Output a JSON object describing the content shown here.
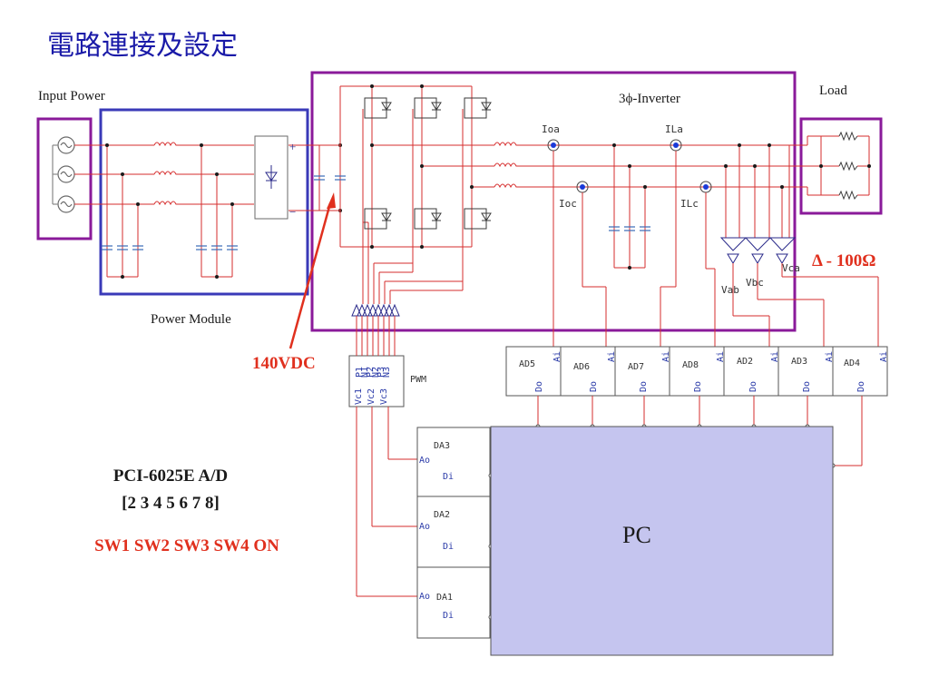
{
  "title": "電路連接及設定",
  "labels": {
    "input_power": "Input Power",
    "power_module": "Power Module",
    "inverter": "3ϕ-Inverter",
    "load": "Load",
    "dc_bus": "140VDC",
    "delta_load": "Δ - 100Ω",
    "pwm": "PWM",
    "pc": "PC",
    "daq_card": "PCI-6025E A/D",
    "channels": "[2 3 4 5 6 7 8]",
    "switches": "SW1 SW2 SW3 SW4 ON"
  },
  "sensors": {
    "ioa": "Ioa",
    "ioc": "Ioc",
    "ila": "ILa",
    "ilc": "ILc",
    "vab": "Vab",
    "vbc": "Vbc",
    "vca": "Vca"
  },
  "pwm_pins": [
    "P1",
    "N1",
    "P2",
    "N2",
    "P3",
    "N3"
  ],
  "pwm_inputs": [
    "Vc1",
    "Vc2",
    "Vc3"
  ],
  "ad_blocks": [
    {
      "label": "AD5",
      "in": "Ai",
      "out": "Do"
    },
    {
      "label": "AD6",
      "in": "Ai",
      "out": "Do"
    },
    {
      "label": "AD7",
      "in": "Ai",
      "out": "Do"
    },
    {
      "label": "AD8",
      "in": "Ai",
      "out": "Do"
    },
    {
      "label": "AD2",
      "in": "Ai",
      "out": "Do"
    },
    {
      "label": "AD3",
      "in": "Ai",
      "out": "Do"
    },
    {
      "label": "AD4",
      "in": "Ai",
      "out": "Do"
    }
  ],
  "da_blocks": [
    {
      "label": "DA3",
      "out": "Ao",
      "in": "Di"
    },
    {
      "label": "DA2",
      "out": "Ao",
      "in": "Di"
    },
    {
      "label": "DA1",
      "out": "Ao",
      "in": "Di"
    }
  ],
  "colors": {
    "wire": "#d62d2d",
    "purple_box": "#8a1a9a",
    "blue_box": "#3a3ab8",
    "pc_fill": "#c5c5ef",
    "title": "#1a1aa8",
    "accent_red": "#e0301e",
    "dark": "#1a1a1a"
  }
}
